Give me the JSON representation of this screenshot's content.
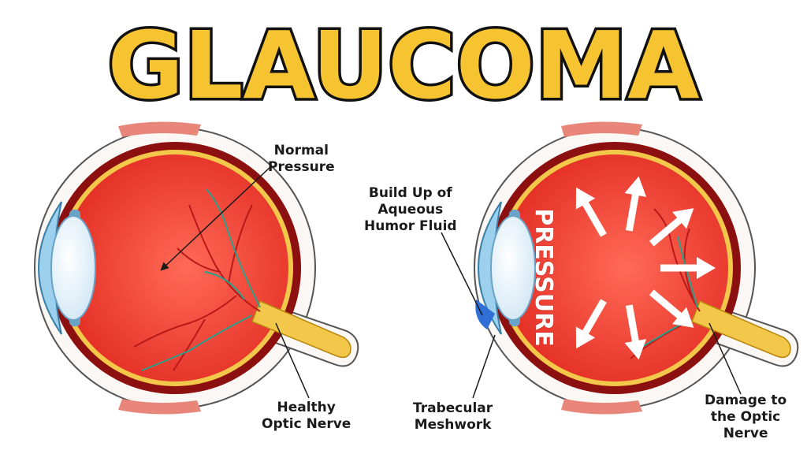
{
  "title": "GLAUCOMA",
  "colors": {
    "title_fill": "#f6c431",
    "title_stroke": "#111111",
    "eye_red": "#e8352c",
    "eye_outer": "#9b1414",
    "sclera": "#fbf7f4",
    "nerve": "#f3c74a",
    "lens": "#e4f1fa",
    "cornea": "#9cd0ec",
    "arrow": "#ffffff"
  },
  "left_eye": {
    "labels": {
      "normal_pressure": [
        "Normal",
        "Pressure"
      ],
      "healthy_nerve": [
        "Healthy",
        "Optic Nerve"
      ]
    }
  },
  "right_eye": {
    "pressure_text": "PRESSURE",
    "labels": {
      "build_up": [
        "Build Up of",
        "Aqueous",
        "Humor Fluid"
      ],
      "trabecular": [
        "Trabecular",
        "Meshwork"
      ],
      "damage": [
        "Damage to",
        "the Optic",
        "Nerve"
      ]
    }
  }
}
